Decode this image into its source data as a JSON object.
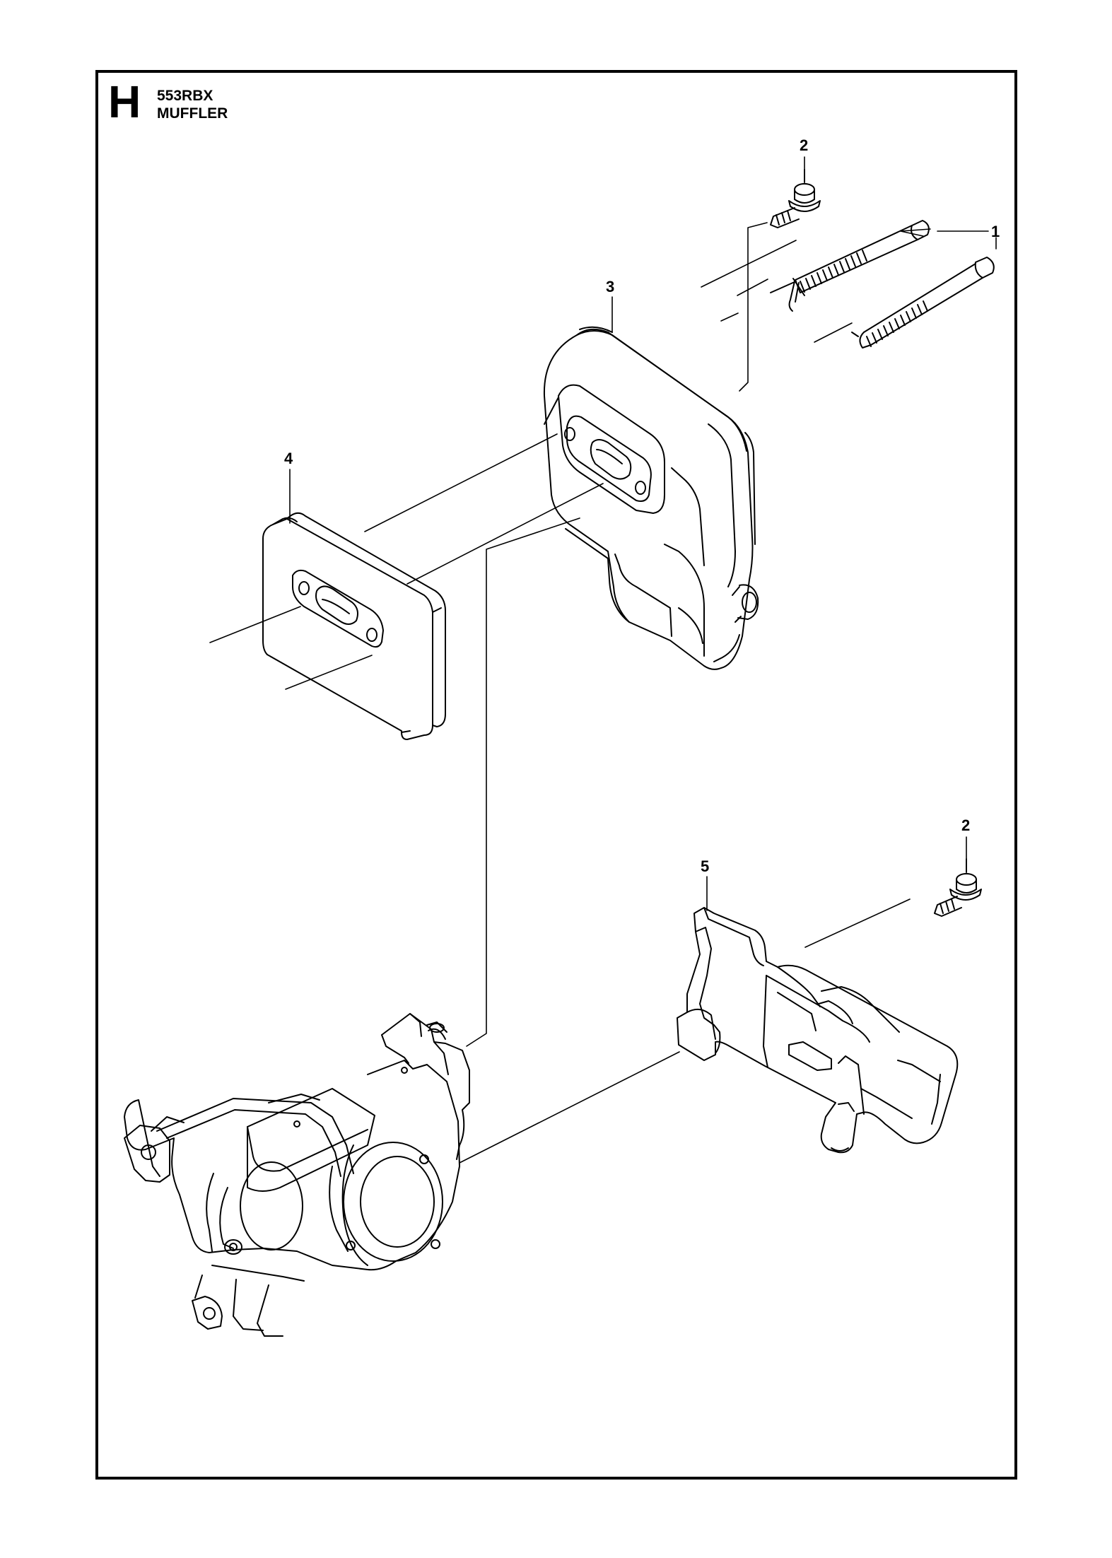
{
  "header": {
    "section_letter": "H",
    "model": "553RBX",
    "title": "MUFFLER"
  },
  "callouts": {
    "bolt_long": "1",
    "screw_top": "2",
    "muffler": "3",
    "gasket": "4",
    "heat_shield": "5",
    "screw_lower": "2"
  }
}
